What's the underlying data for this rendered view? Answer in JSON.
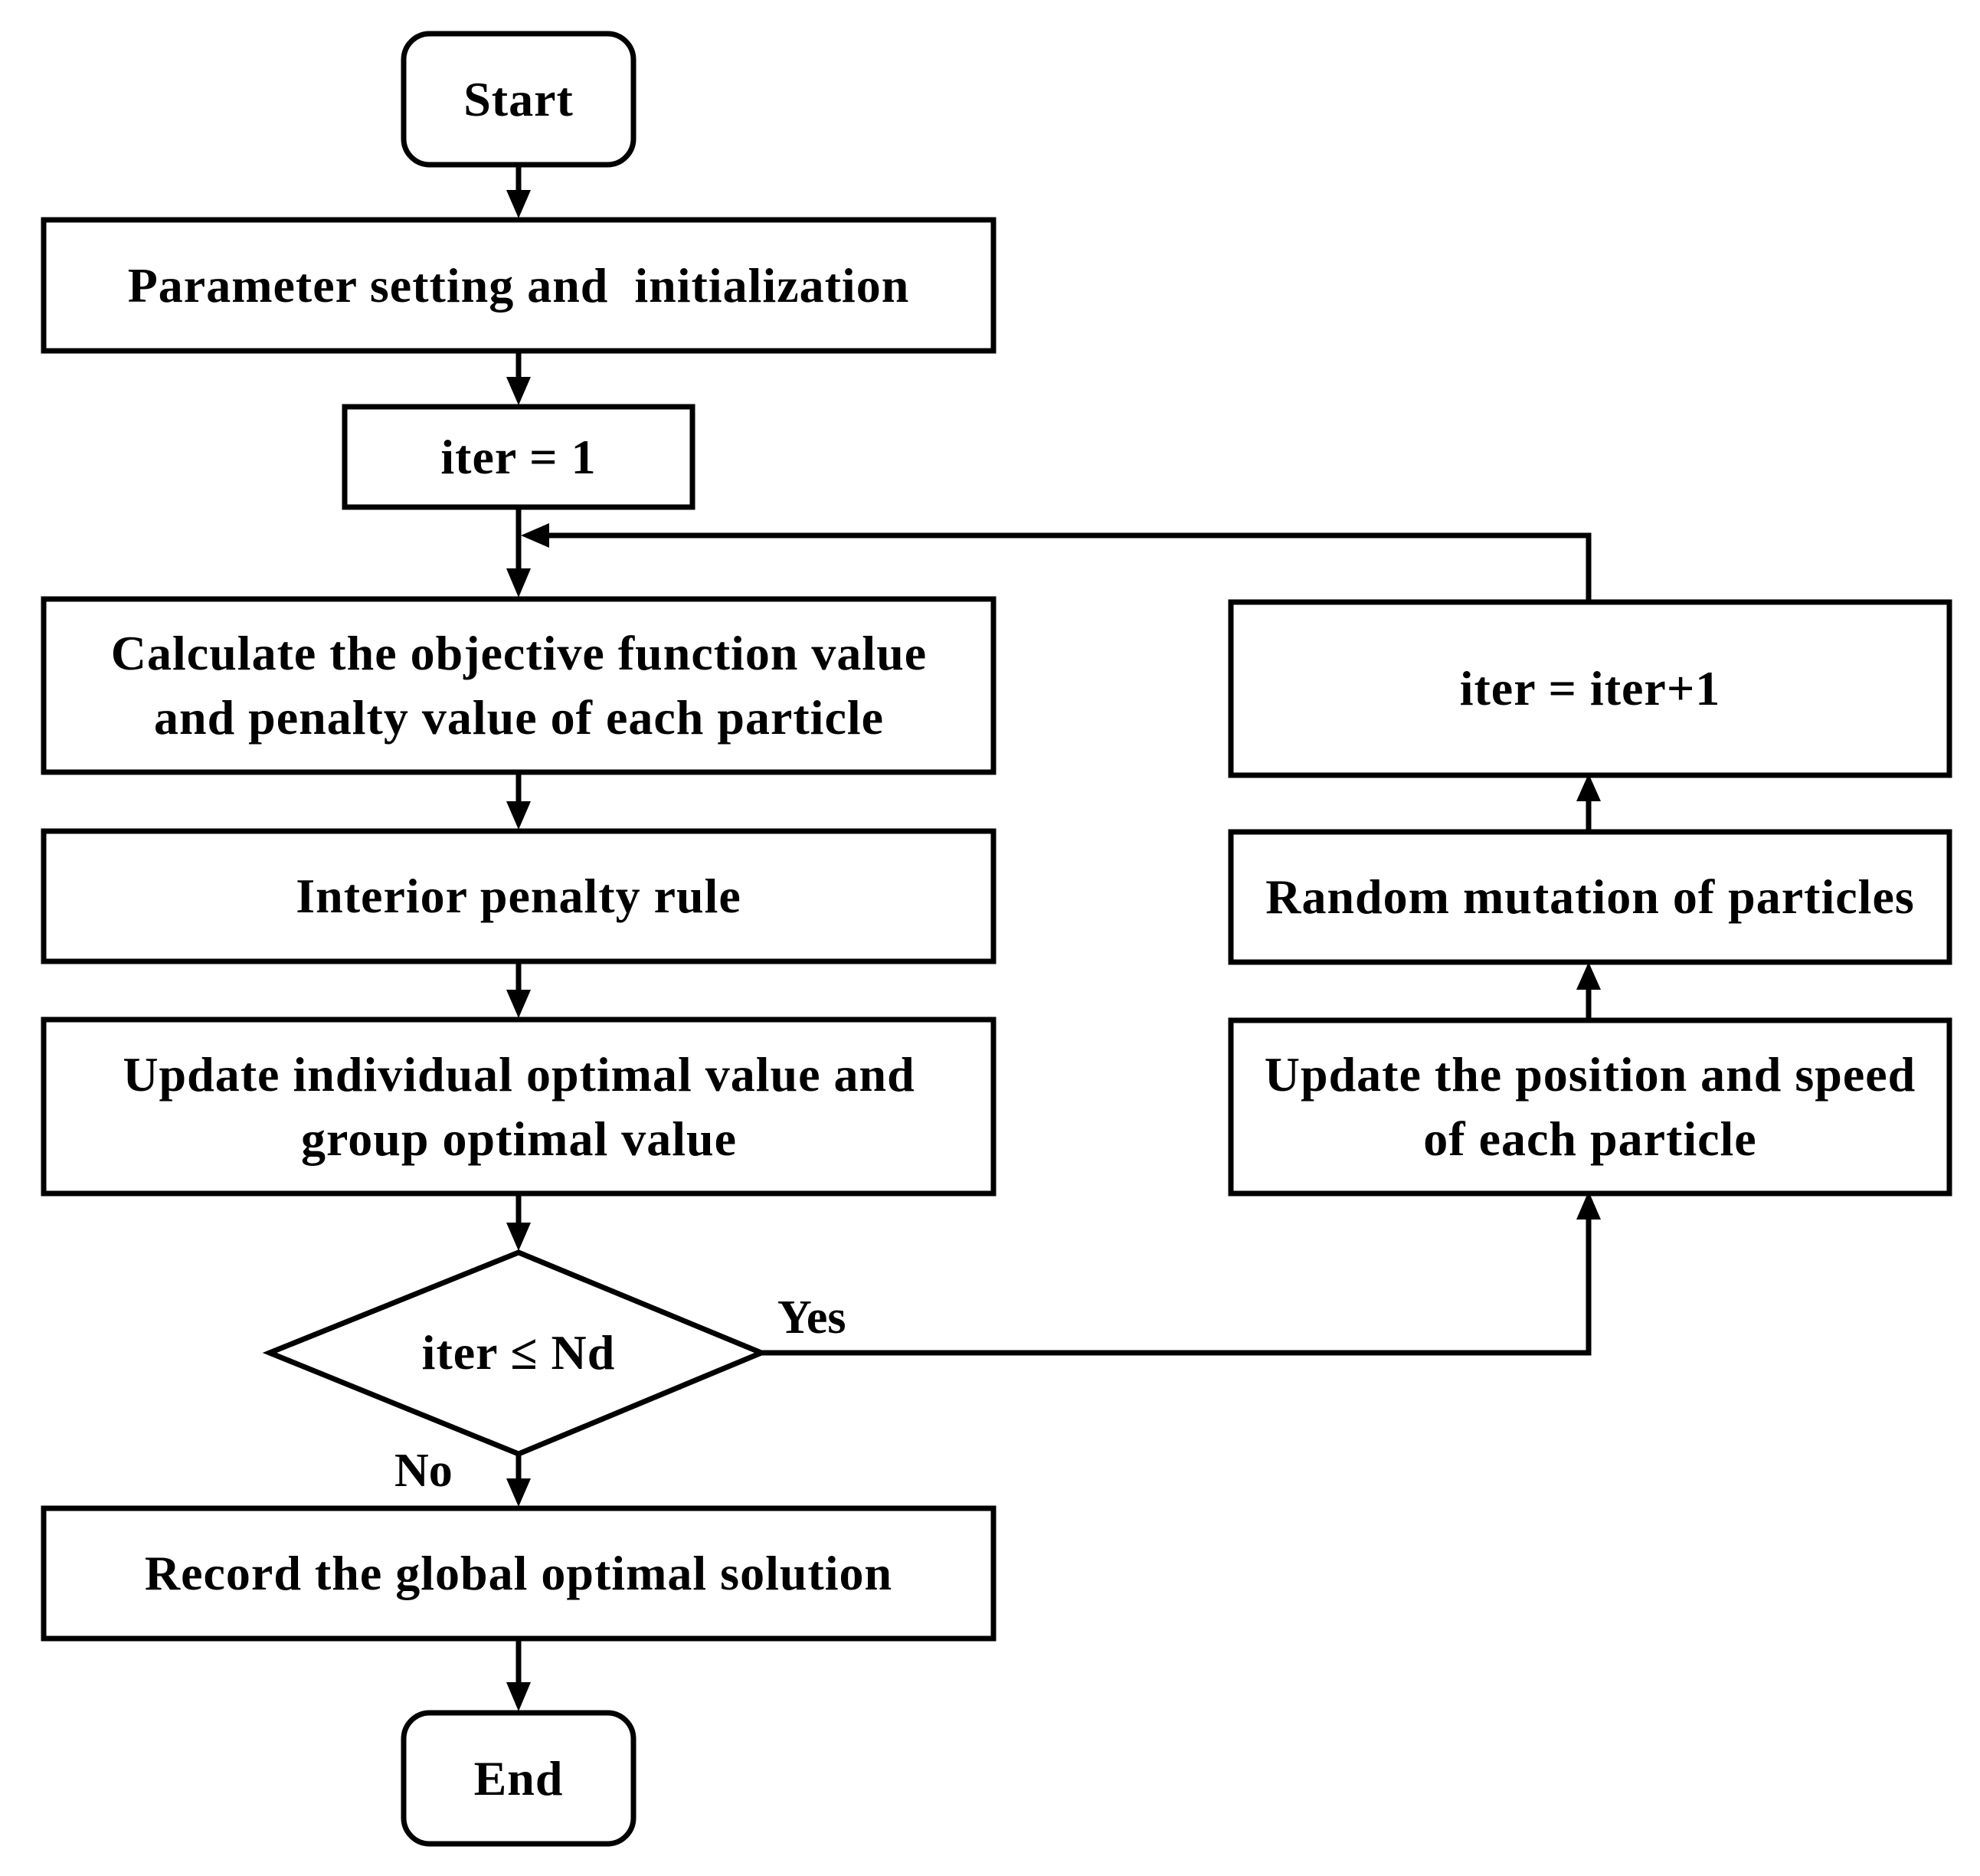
{
  "diagram": {
    "nodes": {
      "start": "Start",
      "param_init": "Parameter setting and  initialization",
      "iter_init": "iter = 1",
      "calc": "Calculate the objective function value and penalty value of each particle",
      "penalty_rule": "Interior penalty rule",
      "update_optimal": "Update individual optimal value and group optimal value",
      "decision": "iter ≤ Nd",
      "record": "Record the global optimal solution",
      "end": "End",
      "update_position": "Update the position and speed of each particle",
      "mutation": "Random mutation of particles",
      "iter_increment": "iter = iter+1"
    },
    "edge_labels": {
      "yes": "Yes",
      "no": "No"
    }
  }
}
